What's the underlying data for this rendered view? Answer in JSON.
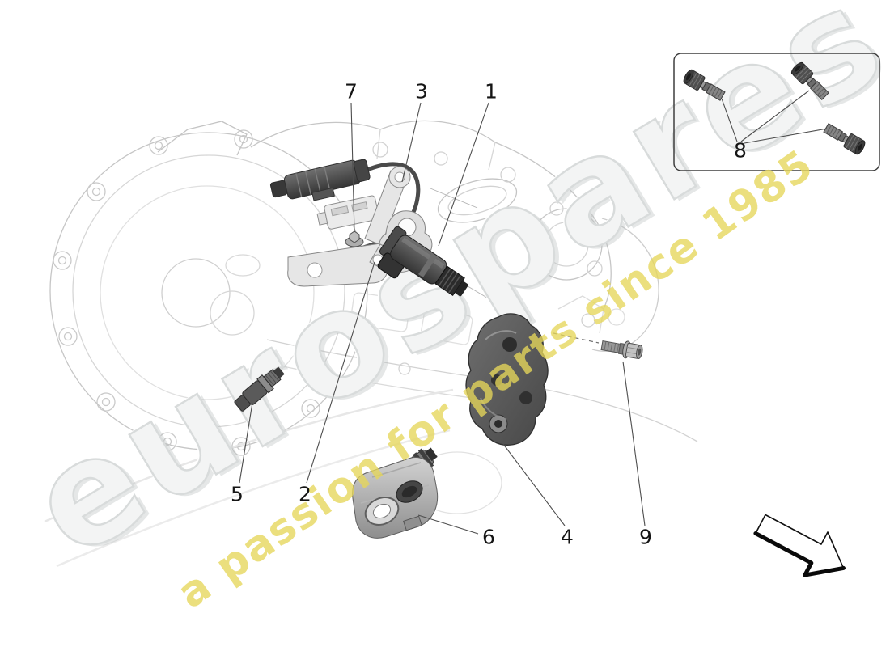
{
  "diagram": {
    "callout_numbers": [
      "1",
      "2",
      "3",
      "4",
      "5",
      "6",
      "7",
      "8",
      "9"
    ],
    "watermark": {
      "brand": "eurospares",
      "tagline": "a passion for parts since 1985",
      "brand_color": "#f3f4f4",
      "brand_outline": "#d8dbdb",
      "tagline_color": "#e6d65c"
    },
    "colors": {
      "leader_line": "#4d4d4d",
      "background_line_art": "#cccccc",
      "part_dark": "#4a4a4a",
      "inset_border": "#3f3f3f"
    }
  }
}
